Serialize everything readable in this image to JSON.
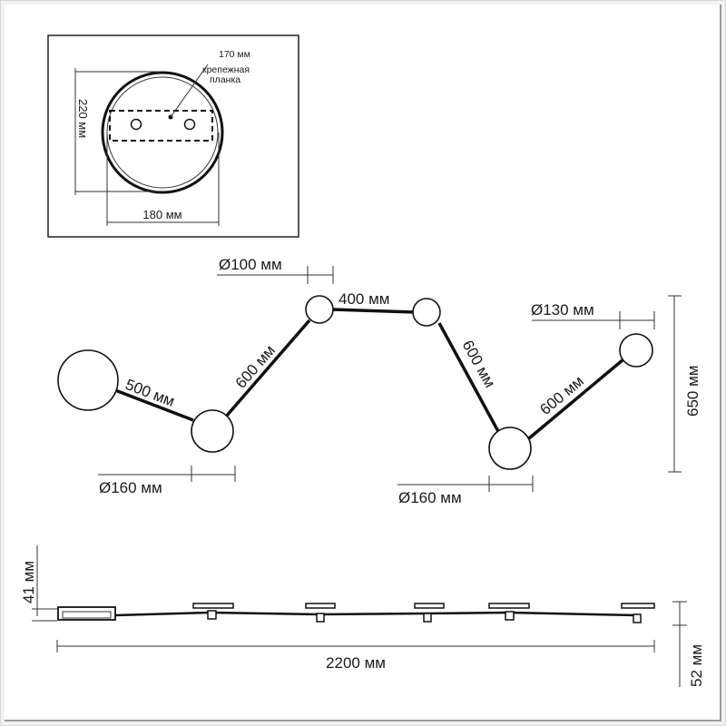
{
  "mount": {
    "width_label": "180 мм",
    "height_label": "220 мм",
    "plate_size_label": "170 мм",
    "plate_name_line1": "крепежная",
    "plate_name_line2": "планка"
  },
  "top_view": {
    "diam_100": "Ø100 мм",
    "diam_130": "Ø130 мм",
    "diam_160_left": "Ø160 мм",
    "diam_160_right": "Ø160 мм",
    "arm_500": "500 мм",
    "arm_600_a": "600 мм",
    "arm_400": "400 мм",
    "arm_600_b": "600 мм",
    "arm_600_c": "600 мм",
    "height_650": "650 мм"
  },
  "side_view": {
    "height_41": "41 мм",
    "height_52": "52 мм",
    "length_2200": "2200 мм"
  }
}
